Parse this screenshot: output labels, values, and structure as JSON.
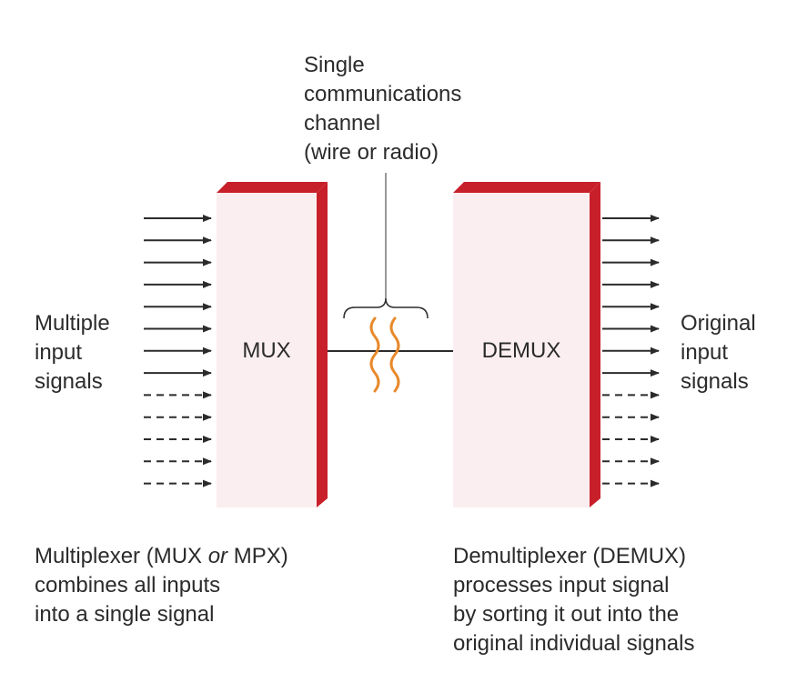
{
  "channel_label": {
    "line1": "Single",
    "line2": "communications",
    "line3": "channel",
    "line4": "(wire or radio)"
  },
  "inputs_label": {
    "line1": "Multiple",
    "line2": "input",
    "line3": "signals"
  },
  "outputs_label": {
    "line1": "Original",
    "line2": "input",
    "line3": "signals"
  },
  "mux": {
    "label": "MUX",
    "caption_line1_a": "Multiplexer (MUX ",
    "caption_line1_or": "or",
    "caption_line1_b": " MPX)",
    "caption_line2": "combines all inputs",
    "caption_line3": "into a single signal"
  },
  "demux": {
    "label": "DEMUX",
    "caption_line1": "Demultiplexer (DEMUX)",
    "caption_line2": "processes input signal",
    "caption_line3": "by sorting it out into the",
    "caption_line4": "original individual signals"
  },
  "signals": {
    "input_arrows": [
      "solid",
      "solid",
      "solid",
      "solid",
      "solid",
      "solid",
      "solid",
      "solid",
      "dashed",
      "dashed",
      "dashed",
      "dashed",
      "dashed"
    ],
    "output_arrows": [
      "solid",
      "solid",
      "solid",
      "solid",
      "solid",
      "solid",
      "solid",
      "solid",
      "dashed",
      "dashed",
      "dashed",
      "dashed",
      "dashed"
    ]
  },
  "colors": {
    "block_face": "#fbeef0",
    "block_edge": "#c8202a",
    "wave": "#e8892a",
    "ink": "#2b2b2b"
  }
}
